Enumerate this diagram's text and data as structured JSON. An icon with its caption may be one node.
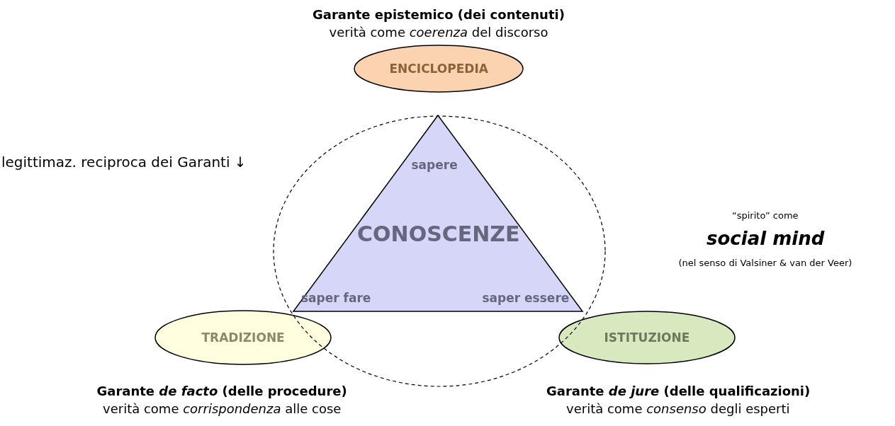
{
  "diagram": {
    "nodes": [
      {
        "text": [
          "ENCICLOPEDIA"
        ],
        "beside": [
          "Garante epistemico (dei contenuti)",
          "verità come *coerenza* del discorso"
        ]
      },
      {
        "text": [],
        "shape": "circle"
      },
      {
        "text": [
          "sapere",
          "CONOSCENZE",
          "saper fare",
          "saper essere"
        ],
        "in": 1
      },
      {
        "text": [
          "TRADIZIONE"
        ],
        "beside": [
          "Garante *de facto* (delle procedure)",
          "verità come *corrispondenza* alle cose"
        ]
      },
      {
        "text": [
          "ISTITUZIONE"
        ],
        "beside": [
          "Garante *de jure* (delle qualificazioni)",
          "verità come *consenso* degli esperti"
        ]
      }
    ],
    "edges": [],
    "labels": [
      "legittimaz. reciproca dei Garanti ↓",
      "“spirito” come",
      "social mind",
      "(nel senso di Valsiner & van der Veer)"
    ]
  }
}
